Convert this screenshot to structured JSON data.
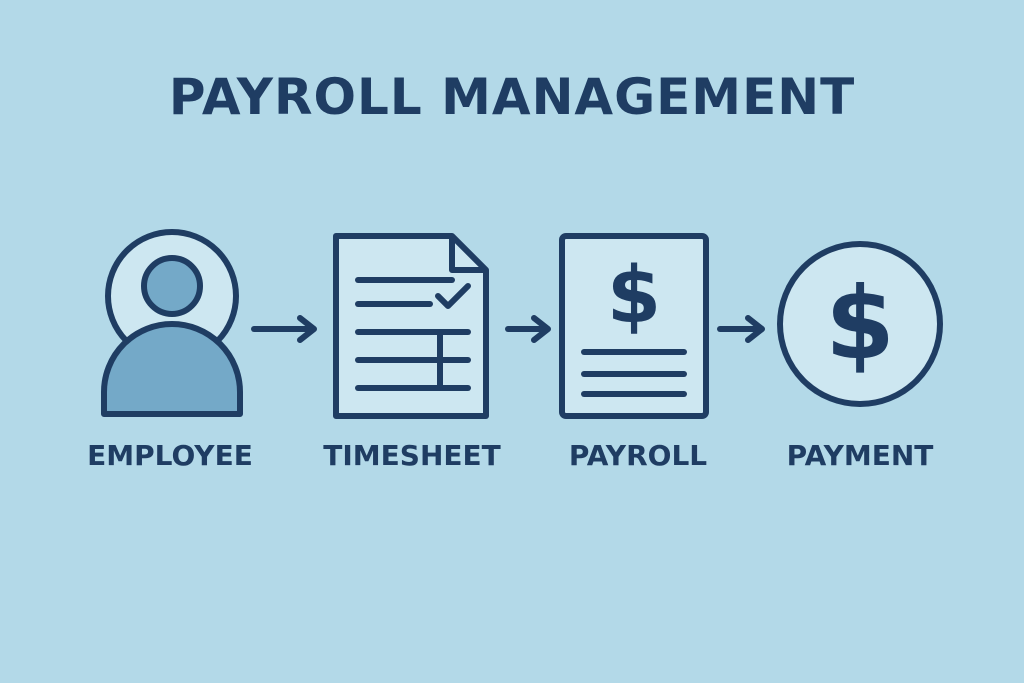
{
  "title": "PAYROLL MANAGEMENT",
  "colors": {
    "background": "#b3d9e8",
    "ink": "#1f3d63",
    "icon_fill_light": "#cde7f1",
    "icon_fill_dark": "#74a9c8"
  },
  "steps": [
    {
      "label": "EMPLOYEE",
      "icon": "person-icon"
    },
    {
      "label": "TIMESHEET",
      "icon": "timesheet-document-icon"
    },
    {
      "label": "PAYROLL",
      "icon": "payroll-document-icon"
    },
    {
      "label": "PAYMENT",
      "icon": "dollar-coin-icon"
    }
  ],
  "arrows": [
    "arrow-right-icon",
    "arrow-right-icon",
    "arrow-right-icon"
  ]
}
